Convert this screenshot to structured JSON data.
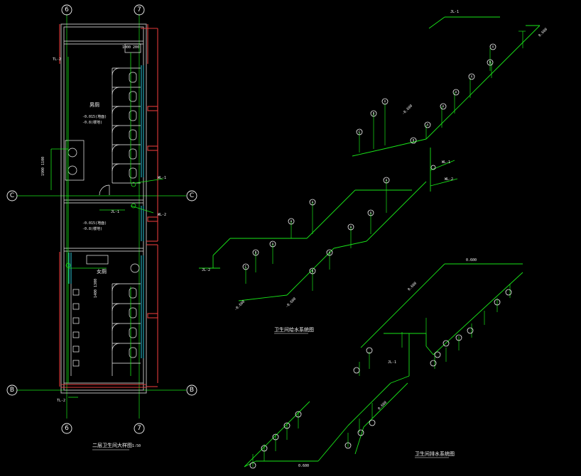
{
  "colors": {
    "background": "#000000",
    "pipe_green": "#19e619",
    "wall_red": "#e23a3a",
    "window_cyan": "#2ec8d8",
    "text_white": "#f5f5f5",
    "wall_grey": "#b8b8b8"
  },
  "plan": {
    "grid_axes": {
      "top_left": "6",
      "top_right": "7",
      "mid_left": "C",
      "mid_right": "C",
      "bottom_left": "B",
      "bottom_right": "B",
      "bottom_col_left": "6",
      "bottom_col_right": "7"
    },
    "labels": {
      "male_room": "男厕",
      "female_room": "女厕",
      "level_upper_1": "-0.015(地面)",
      "level_upper_2": "-0.8(楼地)",
      "level_lower_1": "-0.015(地面)",
      "level_lower_2": "-0.8(楼地)",
      "wl1": "WL-1",
      "wl2": "WL-2",
      "jl1": "JL-1",
      "tl2_top": "TL-2",
      "tl2_bottom": "TL-2",
      "dim_top": "1000 200",
      "dim_side": "1900 1100",
      "dim_mid": "1400 1300"
    },
    "title": "二层卫生间大样图",
    "scale": "1:50"
  },
  "system_upper": {
    "title": "卫生间给水系统图",
    "labels": {
      "jl2": "JL-2",
      "jl2_top": "JL-1",
      "wl1": "WL-1",
      "wl2": "WL-2",
      "elev_a": "-0.600",
      "elev_b": "-0.600",
      "elev_c": "-0.600",
      "elev_top": "0.600"
    }
  },
  "system_lower": {
    "title": "卫生间排水系统图",
    "labels": {
      "wl1": "JL-1",
      "elev_a": "0.600",
      "elev_b": "0.600",
      "elev_c": "0.600",
      "elev_d": "0.600"
    }
  }
}
